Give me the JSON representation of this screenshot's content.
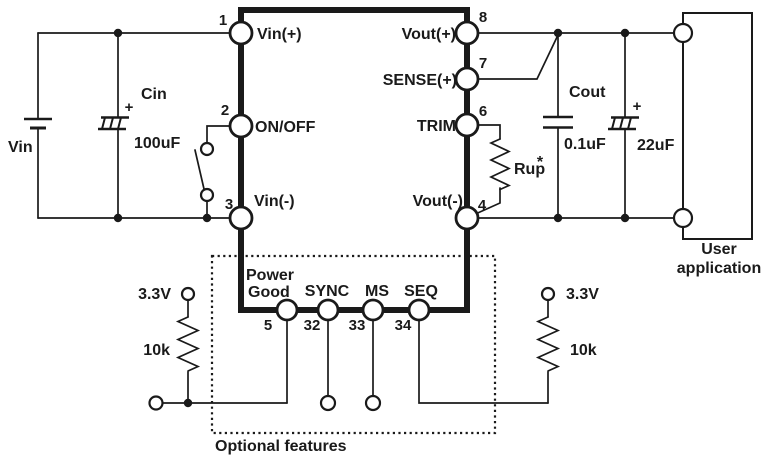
{
  "colors": {
    "line": "#1a1a1a",
    "background": "#ffffff"
  },
  "source": {
    "label": "Vin"
  },
  "input_cap": {
    "name": "Cin",
    "value": "100uF",
    "polarity": "+"
  },
  "module": {
    "pins": {
      "vin_plus": {
        "num": "1",
        "label": "Vin(+)"
      },
      "on_off": {
        "num": "2",
        "label": "ON/OFF"
      },
      "vin_minus": {
        "num": "3",
        "label": "Vin(-)"
      },
      "vout_plus": {
        "num": "8",
        "label": "Vout(+)"
      },
      "sense_plus": {
        "num": "7",
        "label": "SENSE(+)"
      },
      "trim": {
        "num": "6",
        "label": "TRIM"
      },
      "vout_minus": {
        "num": "4",
        "label": "Vout(-)"
      },
      "power_good": {
        "num": "5",
        "label_line1": "Power",
        "label_line2": "Good"
      },
      "sync": {
        "num": "32",
        "label": "SYNC"
      },
      "ms": {
        "num": "33",
        "label": "MS"
      },
      "seq": {
        "num": "34",
        "label": "SEQ"
      }
    }
  },
  "trim_resistor": {
    "name": "Rup",
    "note_marker": "*"
  },
  "output_caps": {
    "cout": {
      "name": "Cout",
      "value": "0.1uF"
    },
    "bulk": {
      "value": "22uF",
      "polarity": "+"
    }
  },
  "load": {
    "label_line1": "User",
    "label_line2": "application"
  },
  "pullups": {
    "left": {
      "supply": "3.3V",
      "value": "10k"
    },
    "right": {
      "supply": "3.3V",
      "value": "10k"
    }
  },
  "optional_box": {
    "label": "Optional features"
  }
}
